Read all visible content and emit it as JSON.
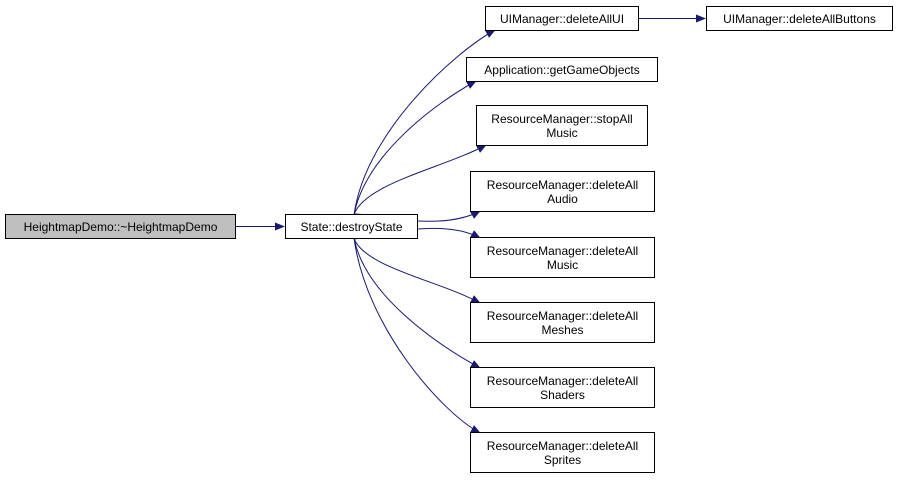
{
  "nodes": {
    "root": {
      "line1": "HeightmapDemo::~HeightmapDemo"
    },
    "state_destroy": {
      "line1": "State::destroyState"
    },
    "ui_delete_all_ui": {
      "line1": "UIManager::deleteAllUI"
    },
    "ui_delete_all_buttons": {
      "line1": "UIManager::deleteAllButtons"
    },
    "app_get_game_objects": {
      "line1": "Application::getGameObjects"
    },
    "rm_stop_all_music": {
      "line1": "ResourceManager::stopAll",
      "line2": "Music"
    },
    "rm_delete_all_audio": {
      "line1": "ResourceManager::deleteAll",
      "line2": "Audio"
    },
    "rm_delete_all_music": {
      "line1": "ResourceManager::deleteAll",
      "line2": "Music"
    },
    "rm_delete_all_meshes": {
      "line1": "ResourceManager::deleteAll",
      "line2": "Meshes"
    },
    "rm_delete_all_shaders": {
      "line1": "ResourceManager::deleteAll",
      "line2": "Shaders"
    },
    "rm_delete_all_sprites": {
      "line1": "ResourceManager::deleteAll",
      "line2": "Sprites"
    }
  },
  "edges": [
    [
      "root",
      "state_destroy"
    ],
    [
      "state_destroy",
      "ui_delete_all_ui"
    ],
    [
      "ui_delete_all_ui",
      "ui_delete_all_buttons"
    ],
    [
      "state_destroy",
      "app_get_game_objects"
    ],
    [
      "state_destroy",
      "rm_stop_all_music"
    ],
    [
      "state_destroy",
      "rm_delete_all_audio"
    ],
    [
      "state_destroy",
      "rm_delete_all_music"
    ],
    [
      "state_destroy",
      "rm_delete_all_meshes"
    ],
    [
      "state_destroy",
      "rm_delete_all_shaders"
    ],
    [
      "state_destroy",
      "rm_delete_all_sprites"
    ]
  ],
  "colors": {
    "edge": "#191970",
    "root_fill": "#bfbfbf",
    "node_fill": "#ffffff",
    "border": "#000000"
  }
}
